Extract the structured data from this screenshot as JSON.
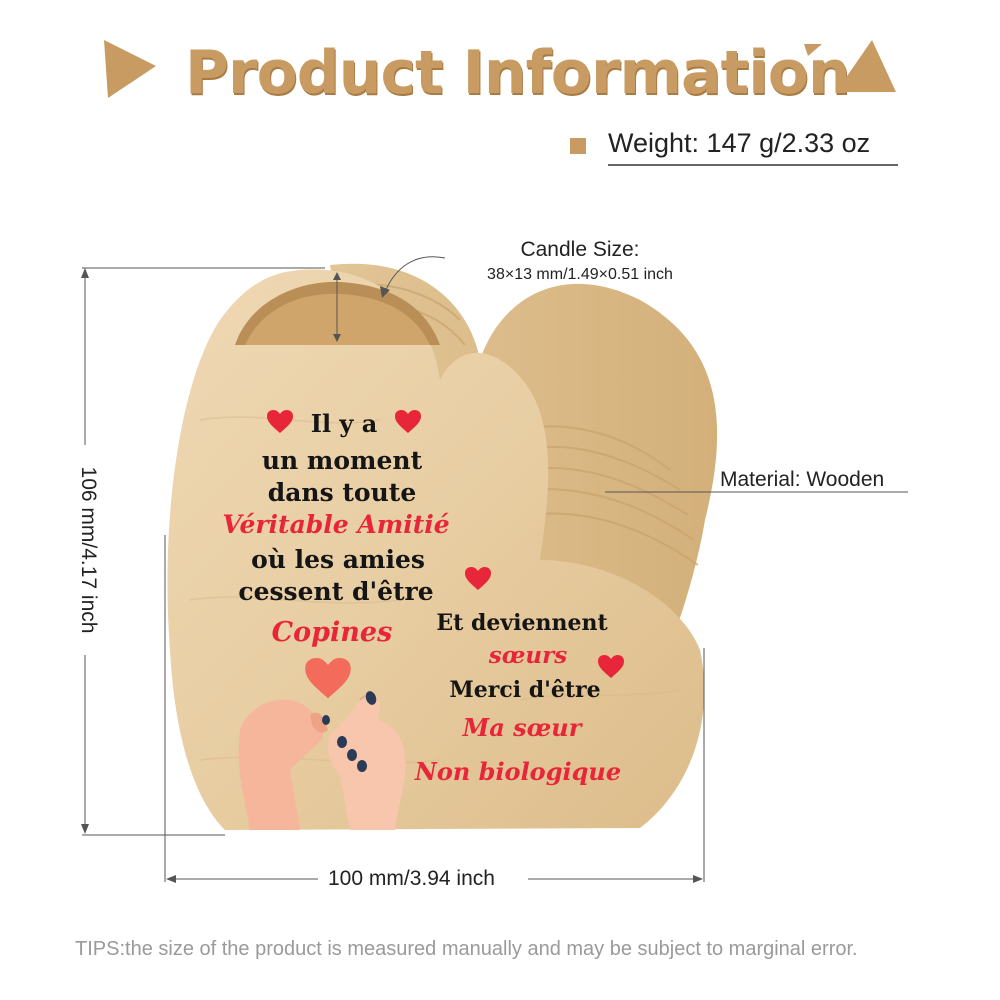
{
  "header": {
    "title": "Product Information",
    "weight": "Weight: 147 g/2.33 oz"
  },
  "annotations": {
    "candle_title": "Candle Size:",
    "candle_size": "38×13 mm/1.49×0.51 inch",
    "material": "Material: Wooden",
    "height": "106 mm/4.17 inch",
    "width": "100 mm/3.94 inch"
  },
  "product_text": {
    "line1": "Il y a",
    "line2": "un moment",
    "line3": "dans toute",
    "line4": "Véritable Amitié",
    "line5": "où les amies",
    "line6": "cessent d'être",
    "line7": "Copines",
    "line8": "Et deviennent",
    "line9": "sœurs",
    "line10": "Merci d'être",
    "line11": "Ma sœur",
    "line12": "Non biologique"
  },
  "footer": {
    "tips": "TIPS:the size of the product is measured manually and may be subject to marginal error."
  },
  "colors": {
    "accent": "#c89b63",
    "heart_red": "#e8263a",
    "wood": "#e9cfa6"
  },
  "icons": [
    "triangle-pointer-icon",
    "heart-icon",
    "pinky-promise-hands-icon"
  ]
}
